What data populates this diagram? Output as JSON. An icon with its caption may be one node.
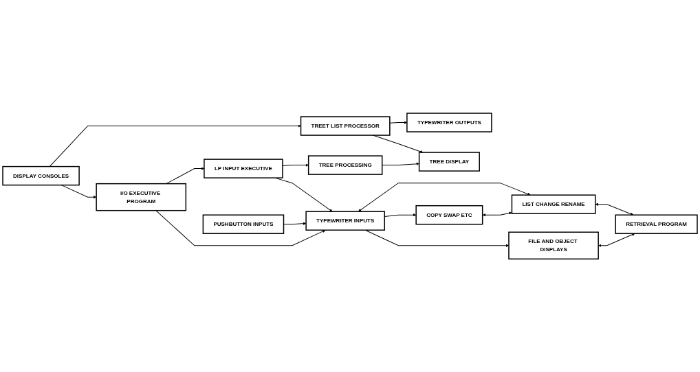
{
  "diagram": {
    "nodes": [
      {
        "text": [
          "DISPLAY CONSOLES"
        ]
      },
      {
        "text": [
          "TREET LIST PROCESSOR"
        ]
      },
      {
        "text": [
          "TYPEWRITER OUTPUTS"
        ]
      },
      {
        "text": [
          "I/O EXECUTIVE PROGRAM"
        ]
      },
      {
        "text": [
          "LP INPUT EXECUTIVE"
        ]
      },
      {
        "text": [
          "TREE PROCESSING"
        ]
      },
      {
        "text": [
          "TREE DISPLAY"
        ]
      },
      {
        "text": [
          "PUSHBUTTON INPUTS"
        ]
      },
      {
        "text": [
          "FILE AND OBJECT DISPLAYS"
        ]
      },
      {
        "text": [
          "TYPEWRITER INPUTS"
        ]
      },
      {
        "text": [
          "LIST CHANGE RENAME"
        ]
      },
      {
        "text": [
          "RETRIEVAL PROGRAM"
        ]
      },
      {
        "text": [
          "COPY SWAP ETC"
        ]
      }
    ],
    "edges": [
      {
        "from": 0,
        "to": 1,
        "arrow": "to"
      },
      {
        "from": 0,
        "to": 3,
        "arrow": "to"
      },
      {
        "from": 1,
        "to": 2,
        "arrow": "to"
      },
      {
        "from": 1,
        "to": 6,
        "arrow": "to"
      },
      {
        "from": 3,
        "to": 4,
        "arrow": "to"
      },
      {
        "from": 4,
        "to": 5,
        "arrow": "to"
      },
      {
        "from": 5,
        "to": 6,
        "arrow": "to"
      },
      {
        "from": 4,
        "to": 9,
        "arrow": "to"
      },
      {
        "from": 7,
        "to": 9,
        "arrow": "to"
      },
      {
        "from": 3,
        "to": 9,
        "arrow": "to"
      },
      {
        "from": 9,
        "to": 8,
        "arrow": "to"
      },
      {
        "from": 9,
        "to": 12,
        "arrow": "to"
      },
      {
        "from": 9,
        "to": 10,
        "arrow": "both"
      },
      {
        "from": 12,
        "to": 10,
        "arrow": "both"
      },
      {
        "from": 10,
        "to": 11,
        "arrow": "both"
      },
      {
        "from": 8,
        "to": 11,
        "arrow": "both"
      }
    ]
  }
}
